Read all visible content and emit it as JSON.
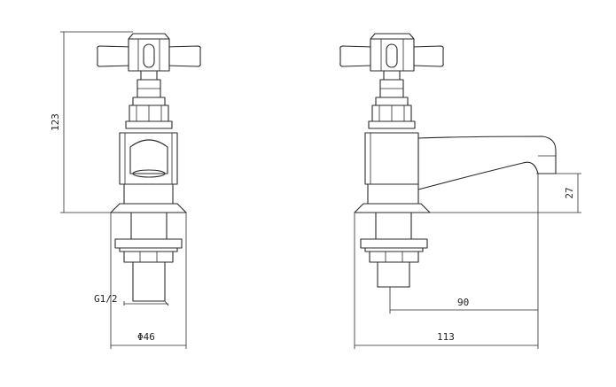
{
  "dimensions": {
    "height": "123",
    "spout_height": "27",
    "thread": "G1/2",
    "base_diameter": "Φ46",
    "spout_reach": "90",
    "total_depth": "113"
  },
  "colors": {
    "line": "#2a2a2a",
    "background": "#ffffff"
  }
}
